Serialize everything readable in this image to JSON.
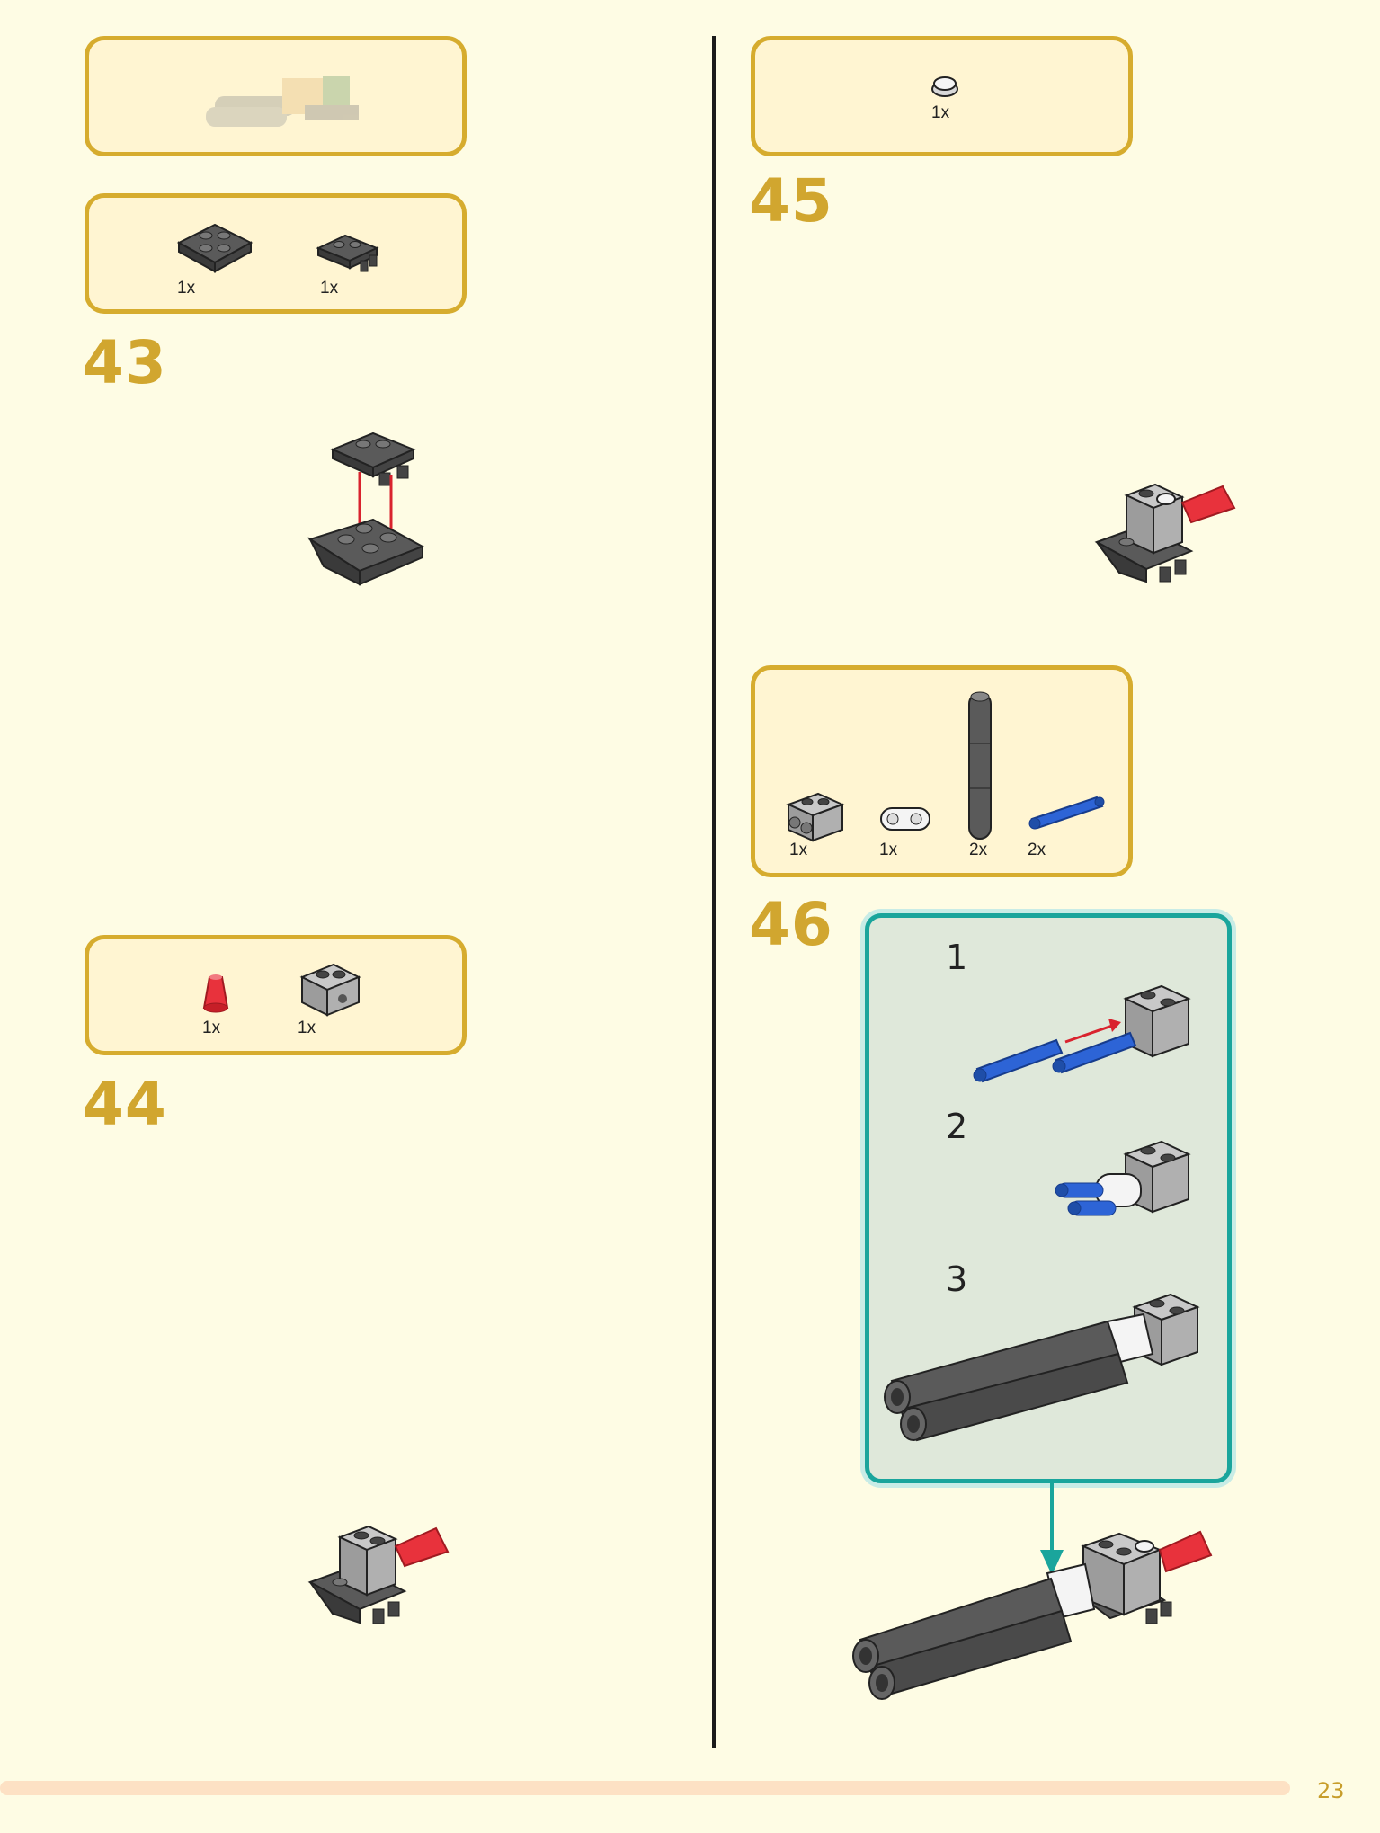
{
  "steps": {
    "s43": {
      "number": "43",
      "parts": [
        {
          "qty": "1x",
          "icon": "dark-gray-curved-plate-icon"
        },
        {
          "qty": "1x",
          "icon": "dark-gray-plate-with-clips-icon"
        }
      ]
    },
    "s44": {
      "number": "44",
      "parts": [
        {
          "qty": "1x",
          "icon": "trans-red-cone-icon"
        },
        {
          "qty": "1x",
          "icon": "light-gray-technic-brick-icon"
        }
      ]
    },
    "s45": {
      "number": "45",
      "parts": [
        {
          "qty": "1x",
          "icon": "round-tile-icon"
        }
      ]
    },
    "s46": {
      "number": "46",
      "parts": [
        {
          "qty": "1x",
          "icon": "light-gray-technic-brick-2-holes-icon"
        },
        {
          "qty": "1x",
          "icon": "white-technic-liftarm-icon"
        },
        {
          "qty": "2x",
          "icon": "dark-gray-bar-icon"
        },
        {
          "qty": "2x",
          "icon": "blue-axle-pin-icon"
        }
      ],
      "substeps": [
        "1",
        "2",
        "3"
      ]
    }
  },
  "page_number": "23",
  "colors": {
    "background": "#fefce4",
    "box_border": "#d6ac2e",
    "box_fill": "#fff5d2",
    "step_number": "#d1a62f",
    "substep_border": "#1aa59c",
    "arrow_red": "#d9232e",
    "arrow_teal": "#1aa59c"
  }
}
